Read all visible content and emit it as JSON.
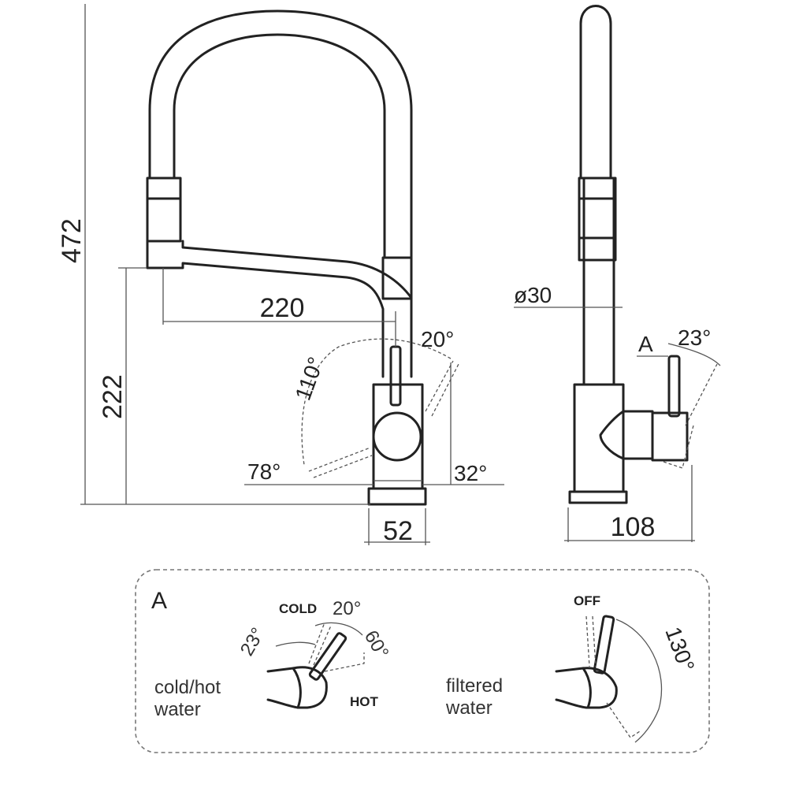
{
  "front_view": {
    "height_total": "472",
    "height_spout": "222",
    "reach": "220",
    "base_width": "52",
    "swivel_angle": "110°",
    "handle_up_angle": "20°",
    "handle_down_angle": "78°",
    "handle_side_angle": "32°"
  },
  "side_view": {
    "diameter": "ø30",
    "detail_letter": "A",
    "lever_angle": "23°",
    "depth": "108"
  },
  "detail_a": {
    "title": "A",
    "mixer": {
      "cold_label": "COLD",
      "hot_label": "HOT",
      "angle_cold": "20°",
      "angle_hot": "60°",
      "angle_tilt": "23°",
      "caption_line1": "cold/hot",
      "caption_line2": "water"
    },
    "filter": {
      "off_label": "OFF",
      "angle": "130°",
      "caption_line1": "filtered",
      "caption_line2": "water"
    }
  }
}
